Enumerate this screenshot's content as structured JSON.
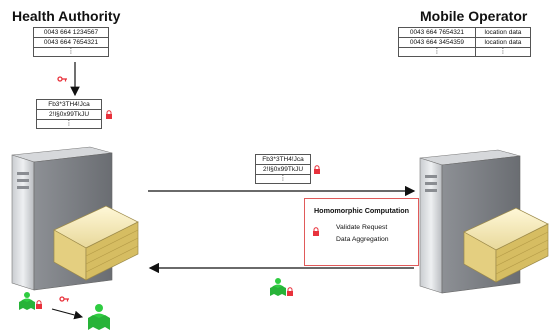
{
  "left_party": {
    "title": "Health Authority",
    "numbers": [
      "0043 664 1234567",
      "0043 664 7654321",
      "⋮"
    ]
  },
  "right_party": {
    "title": "Mobile Operator",
    "rows": [
      [
        "0043 664 7654321",
        "location data"
      ],
      [
        "0043 664 3454359",
        "location data"
      ],
      [
        "⋮",
        "⋮"
      ]
    ]
  },
  "encrypted_left": [
    "Fb3*3TH4!Jca",
    "2!I§0x99TkJU",
    "⋮"
  ],
  "encrypted_middle": [
    "Fb3*3TH4!Jca",
    "2!I§0x99TkJU",
    "⋮"
  ],
  "homomorphic_box": {
    "title": "Homomorphic Computation",
    "steps": [
      "Validate Request",
      "Data Aggregation"
    ]
  },
  "icons": {
    "key": "key-icon",
    "lock": "lock-icon",
    "person_map": "person-map-icon",
    "server": "server-icon",
    "paper_stack": "paper-stack-icon"
  },
  "colors": {
    "lock": "#e8323c",
    "person": "#2ecc40",
    "box_border": "#e05a5a"
  }
}
